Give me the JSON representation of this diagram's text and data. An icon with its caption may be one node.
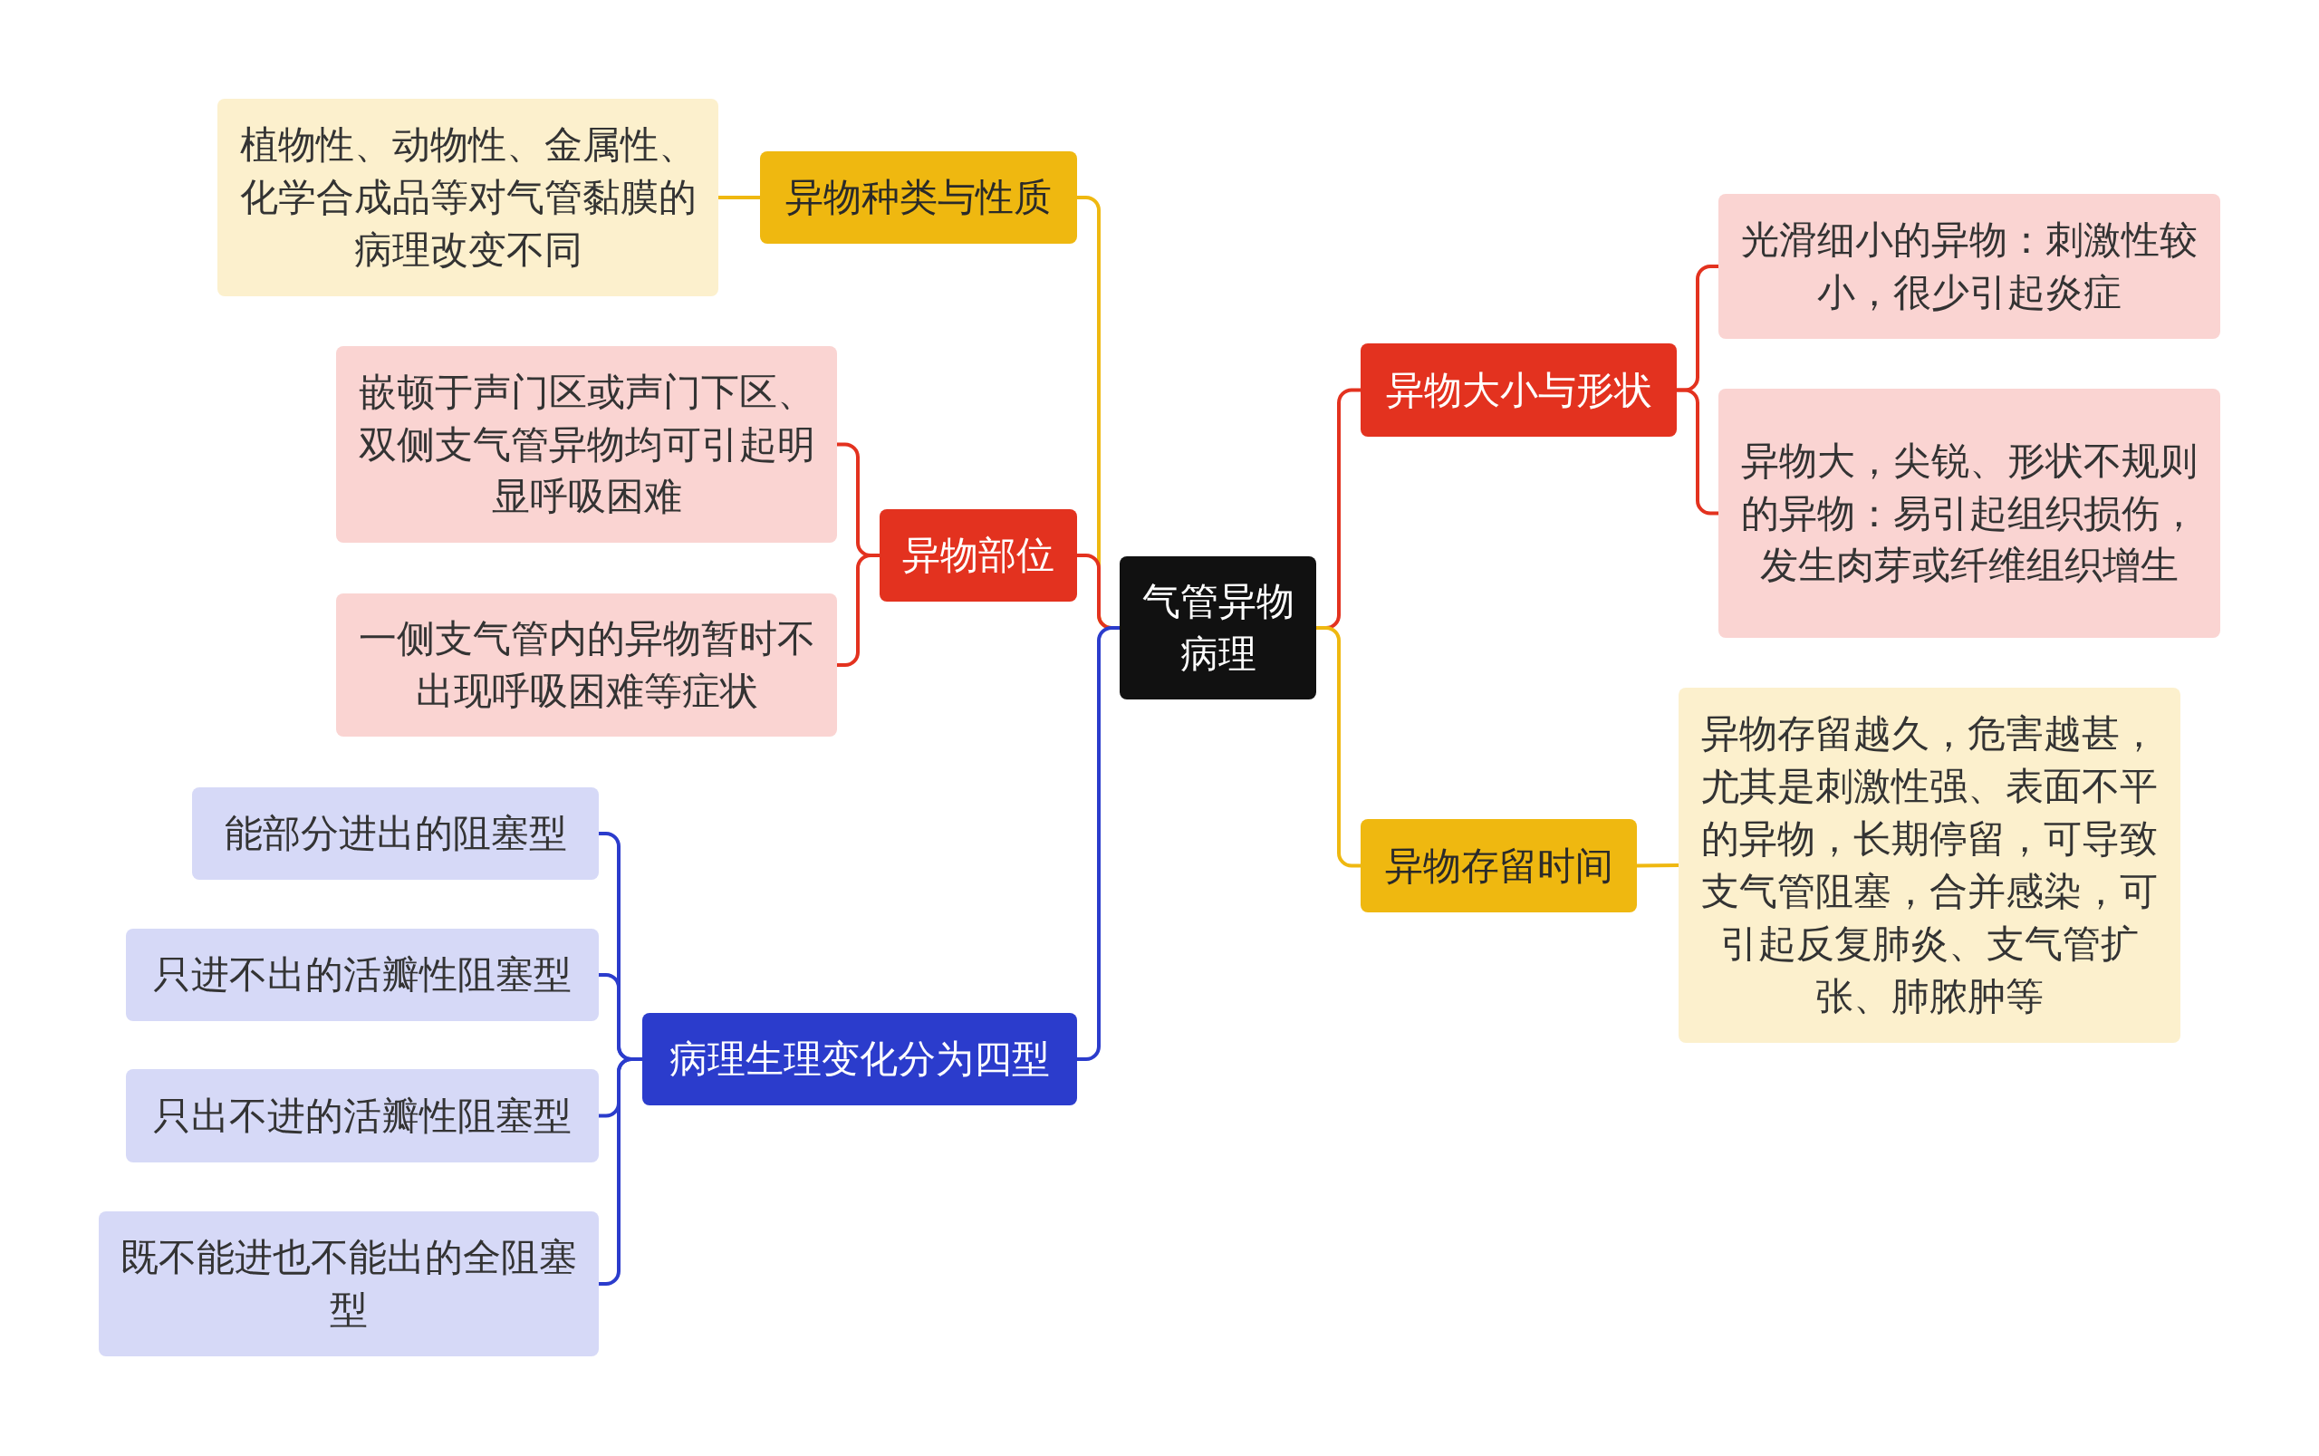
{
  "diagram": {
    "nodes": [
      {
        "text": [
          "气管异物病理"
        ]
      },
      {
        "text": [
          "异物种类与性质"
        ]
      },
      {
        "text": [
          "植物性、动物性、金属性、化学合成品等对气管黏膜的病理改变不同"
        ]
      },
      {
        "text": [
          "异物部位"
        ]
      },
      {
        "text": [
          "嵌顿于声门区或声门下区、双侧支气管异物均可引起明显呼吸困难"
        ]
      },
      {
        "text": [
          "一侧支气管内的异物暂时不出现呼吸困难等症状"
        ]
      },
      {
        "text": [
          "病理生理变化分为四型"
        ]
      },
      {
        "text": [
          "能部分进出的阻塞型"
        ]
      },
      {
        "text": [
          "只进不出的活瓣性阻塞型"
        ]
      },
      {
        "text": [
          "只出不进的活瓣性阻塞型"
        ]
      },
      {
        "text": [
          "既不能进也不能出的全阻塞型"
        ]
      },
      {
        "text": [
          "异物大小与形状"
        ]
      },
      {
        "text": [
          "光滑细小的异物：刺激性较小，很少引起炎症"
        ]
      },
      {
        "text": [
          "异物大，尖锐、形状不规则的异物：易引起组织损伤，发生肉芽或纤维组织增生"
        ]
      },
      {
        "text": [
          "异物存留时间"
        ]
      },
      {
        "text": [
          "异物存留越久，危害越甚，尤其是刺激性强、表面不平的异物，长期停留，可导致支气管阻塞，合并感染，可引起反复肺炎、支气管扩张、肺脓肿等"
        ]
      }
    ],
    "edges": [
      {
        "from": 0,
        "to": 1,
        "arrow": "none",
        "color": "#efb810"
      },
      {
        "from": 1,
        "to": 2,
        "arrow": "none",
        "color": "#efb810"
      },
      {
        "from": 0,
        "to": 3,
        "arrow": "none",
        "color": "#e3321f"
      },
      {
        "from": 3,
        "to": 4,
        "arrow": "none",
        "color": "#e3321f"
      },
      {
        "from": 3,
        "to": 5,
        "arrow": "none",
        "color": "#e3321f"
      },
      {
        "from": 0,
        "to": 6,
        "arrow": "none",
        "color": "#2b3ccc"
      },
      {
        "from": 6,
        "to": 7,
        "arrow": "none",
        "color": "#2b3ccc"
      },
      {
        "from": 6,
        "to": 8,
        "arrow": "none",
        "color": "#2b3ccc"
      },
      {
        "from": 6,
        "to": 9,
        "arrow": "none",
        "color": "#2b3ccc"
      },
      {
        "from": 6,
        "to": 10,
        "arrow": "none",
        "color": "#2b3ccc"
      },
      {
        "from": 0,
        "to": 11,
        "arrow": "none",
        "color": "#e3321f"
      },
      {
        "from": 11,
        "to": 12,
        "arrow": "none",
        "color": "#e3321f"
      },
      {
        "from": 11,
        "to": 13,
        "arrow": "none",
        "color": "#e3321f"
      },
      {
        "from": 0,
        "to": 14,
        "arrow": "none",
        "color": "#efb810"
      },
      {
        "from": 14,
        "to": 15,
        "arrow": "none",
        "color": "#efb810"
      }
    ]
  }
}
